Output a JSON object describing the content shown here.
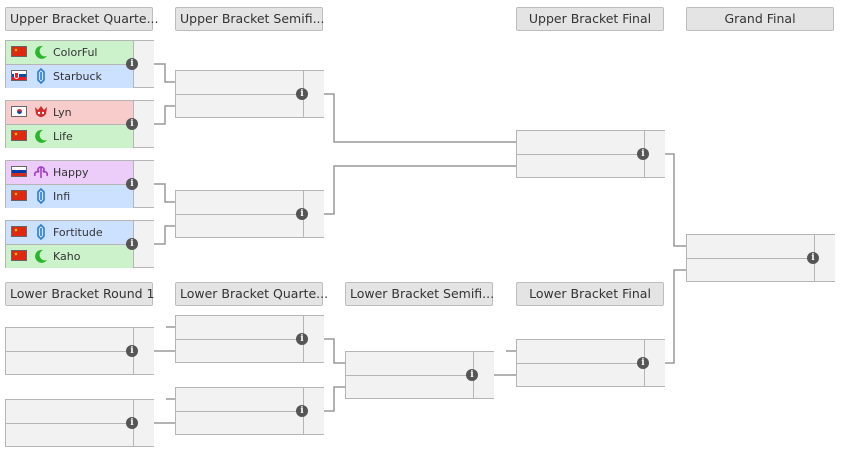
{
  "upper_headers": [
    "Upper Bracket Quarte...",
    "Upper Bracket Semifi...",
    "Upper Bracket Final",
    "Grand Final"
  ],
  "lower_headers": [
    "Lower Bracket Round 1",
    "Lower Bracket Quarte...",
    "Lower Bracket Semifi...",
    "Lower Bracket Final"
  ],
  "upper_quarterfinals": [
    {
      "p1": {
        "name": "ColorFul",
        "flag": "cn",
        "race": "zerg-icon"
      },
      "p2": {
        "name": "Starbuck",
        "flag": "sk",
        "race": "protoss-icon"
      }
    },
    {
      "p1": {
        "name": "Lyn",
        "flag": "kr",
        "race": "random-icon"
      },
      "p2": {
        "name": "Life",
        "flag": "cn",
        "race": "zerg-icon"
      }
    },
    {
      "p1": {
        "name": "Happy",
        "flag": "ru",
        "race": "undead-icon"
      },
      "p2": {
        "name": "Infi",
        "flag": "cn",
        "race": "protoss-icon"
      }
    },
    {
      "p1": {
        "name": "Fortitude",
        "flag": "cn",
        "race": "protoss-icon"
      },
      "p2": {
        "name": "Kaho",
        "flag": "cn",
        "race": "zerg-icon"
      }
    }
  ],
  "info_glyph": "i",
  "colors": {
    "zerg": "#ccf2cc",
    "protoss": "#cce0ff",
    "random": "#f9cccc",
    "undead": "#eccdf9",
    "connector": "#999999"
  }
}
